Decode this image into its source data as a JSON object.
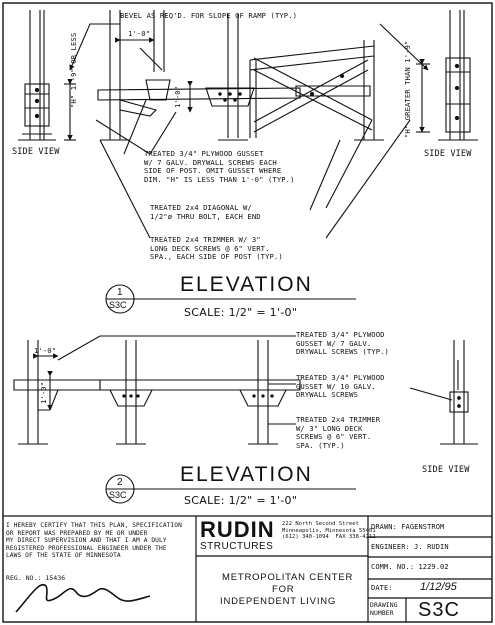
{
  "drawing": {
    "bevel_note": "BEVEL AS REQ'D. FOR SLOPE OF RAMP (TYP.)",
    "side_view_left": "SIDE VIEW",
    "side_view_right": "SIDE VIEW",
    "side_view_lower": "SIDE VIEW",
    "dim_1ft": "1'-0\"",
    "dim_h_max": "\"H\" 1'-9\" OR LESS",
    "dim_h_min": "\"H\" GREATER THAN 1'-9\"",
    "dim_1ft_vertical": "1'-0\"",
    "dim_1ft_lower_top": "1'-0\"",
    "dim_1ft_lower_vert": "1'-0\"",
    "note_gusset_a": "TREATED 3/4\" PLYWOOD GUSSET\nW/ 7 GALV. DRYWALL SCREWS EACH\nSIDE OF POST. OMIT GUSSET WHERE\nDIM. \"H\" IS LESS THAN 1'-0\" (TYP.)",
    "note_diagonal": "TREATED 2x4 DIAGONAL W/\n1/2\"ø THRU BOLT, EACH END",
    "note_trimmer_a": "TREATED 2x4 TRIMMER W/ 3\"\nLONG DECK SCREWS @ 6\" VERT.\nSPA., EACH SIDE OF POST (TYP.)",
    "note_gusset_b": "TREATED 3/4\" PLYWOOD\nGUSSET W/ 7 GALV.\nDRYWALL SCREWS (TYP.)",
    "note_gusset_c": "TREATED 3/4\" PLYWOOD\nGUSSET W/ 10 GALV.\nDRYWALL SCREWS",
    "note_trimmer_b": "TREATED 2x4 TRIMMER\nW/ 3\" LONG DECK\nSCREWS @ 6\" VERT.\nSPA. (TYP.)",
    "elevation_1": {
      "title": "ELEVATION",
      "scale": "SCALE: 1/2\" = 1'-0\"",
      "number": "1",
      "sheet": "S3C"
    },
    "elevation_2": {
      "title": "ELEVATION",
      "scale": "SCALE: 1/2\" = 1'-0\"",
      "number": "2",
      "sheet": "S3C"
    }
  },
  "title_block": {
    "certification": "I HEREBY CERTIFY THAT THIS PLAN, SPECIFICATION\nOR REPORT WAS PREPARED BY ME OR UNDER\nMY DIRECT SUPERVISION AND THAT I AM A DULY\nREGISTERED PROFESSIONAL ENGINEER UNDER THE\nLAWS OF THE STATE OF MINNESOTA",
    "reg_no": "REG. NO.: 15436",
    "firm_name": "RUDIN",
    "firm_sub": "STRUCTURES",
    "firm_address": "222 North Second Street\nMinneapolis, Minnesota 55401\n(612) 340-1094  FAX 338-4212",
    "project_line1": "METROPOLITAN CENTER",
    "project_line2": "FOR",
    "project_line3": "INDEPENDENT LIVING",
    "drawn": "DRAWN: FAGENSTROM",
    "engineer": "ENGINEER: J. RUDIN",
    "comm_no": "COMM. NO.: 1229.02",
    "date_label": "DATE:",
    "date_value": "1/12/95",
    "drawing_number_label": "DRAWING\nNUMBER",
    "drawing_number": "S3C"
  }
}
